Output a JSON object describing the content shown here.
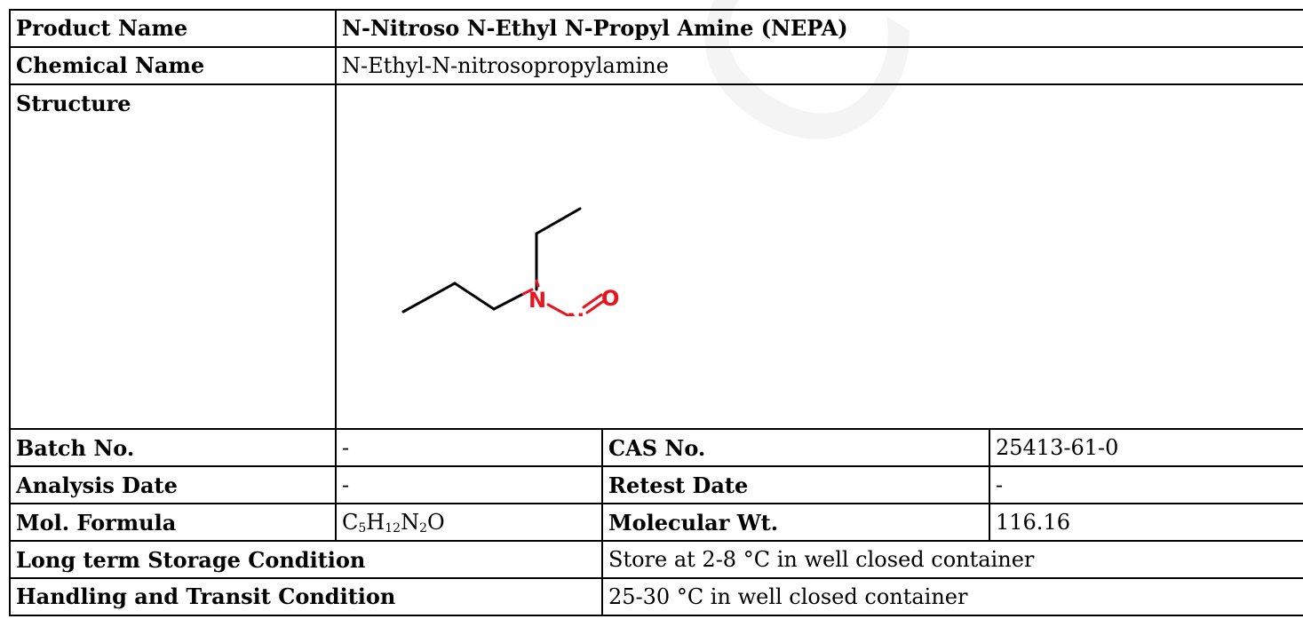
{
  "rows": {
    "product_name": {
      "label": "Product Name",
      "value": "N-Nitroso N-Ethyl N-Propyl Amine (NEPA)"
    },
    "chemical_name": {
      "label": "Chemical Name",
      "value": "N-Ethyl-N-nitrosopropylamine"
    },
    "structure": {
      "label": "Structure",
      "atoms": {
        "n1": "N",
        "n2": "N",
        "o": "O"
      }
    },
    "batch": {
      "label": "Batch No.",
      "value": "-",
      "label2": "CAS No.",
      "value2": "25413-61-0"
    },
    "analysis": {
      "label": "Analysis Date",
      "value": "-",
      "label2": "Retest Date",
      "value2": "-"
    },
    "formula": {
      "label": "Mol. Formula",
      "parts": {
        "c": "C",
        "c_n": "5",
        "h": "H",
        "h_n": "12",
        "n": "N",
        "n_n": "2",
        "o": "O"
      },
      "label2": "Molecular Wt.",
      "value2": "116.16"
    },
    "storage": {
      "label": "Long term Storage Condition",
      "value": "Store at 2-8 °C in well closed container"
    },
    "handling": {
      "label": "Handling and Transit Condition",
      "value": "25-30 °C in well closed container"
    }
  },
  "watermark": "COA",
  "colors": {
    "heteroatom": "#e8141e",
    "bond": "#000000"
  }
}
